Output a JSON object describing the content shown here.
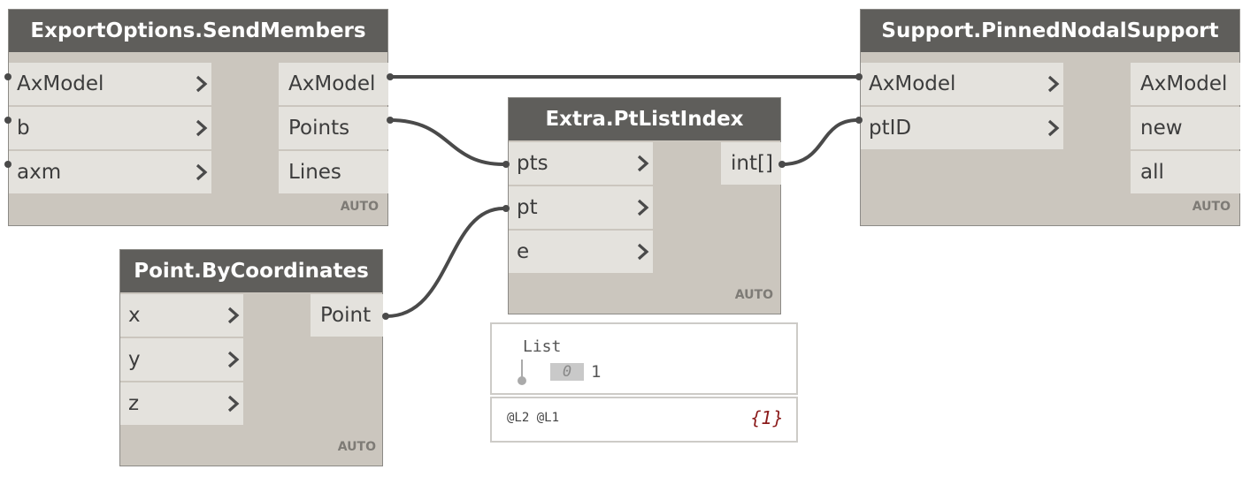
{
  "nodes": {
    "send_members": {
      "title": "ExportOptions.SendMembers",
      "inputs": [
        "AxModel",
        "b",
        "axm"
      ],
      "outputs": [
        "AxModel",
        "Points",
        "Lines"
      ],
      "lacing": "AUTO"
    },
    "pinned_support": {
      "title": "Support.PinnedNodalSupport",
      "inputs": [
        "AxModel",
        "ptID"
      ],
      "outputs": [
        "AxModel",
        "new",
        "all"
      ],
      "lacing": "AUTO"
    },
    "pt_list_index": {
      "title": "Extra.PtListIndex",
      "inputs": [
        "pts",
        "pt",
        "e"
      ],
      "outputs": [
        "int[]"
      ],
      "lacing": "AUTO"
    },
    "point_by_coords": {
      "title": "Point.ByCoordinates",
      "inputs": [
        "x",
        "y",
        "z"
      ],
      "outputs": [
        "Point"
      ],
      "lacing": "AUTO"
    }
  },
  "preview": {
    "list_label": "List",
    "index": "0",
    "value": "1",
    "levels": "@L2 @L1",
    "count": "{1}"
  },
  "colors": {
    "title_bar": "#5f5e5b",
    "node_body": "#cbc6be",
    "port_bg": "#e4e2dd",
    "wire": "#4a4a4a"
  }
}
